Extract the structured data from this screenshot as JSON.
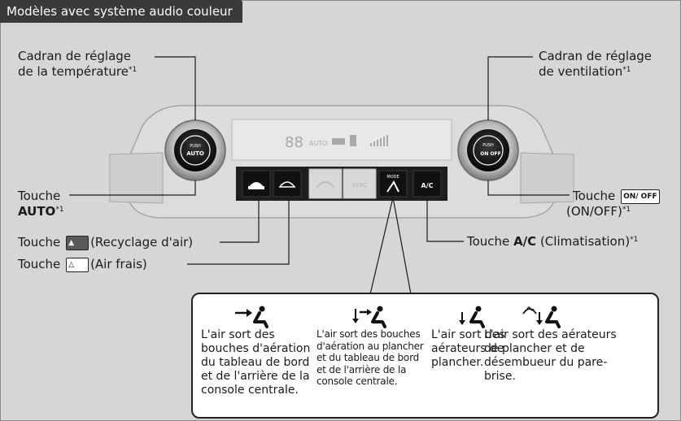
{
  "header": {
    "title": "Modèles avec système audio couleur"
  },
  "labels": {
    "temp_dial_l1": "Cadran de réglage",
    "temp_dial_l2": "de la température",
    "temp_dial_note": "*1",
    "fan_dial_l1": "Cadran de réglage",
    "fan_dial_l2": "de ventilation",
    "fan_dial_note": "*1",
    "auto_l1": "Touche",
    "auto_l2": "AUTO",
    "auto_note": "*1",
    "onoff_l1": "Touche",
    "onoff_l2": "(ON/OFF)",
    "onoff_note": "*1",
    "onoff_icon_text": "ON/ OFF",
    "recirc_prefix": "Touche",
    "recirc_text": "(Recyclage d'air)",
    "fresh_prefix": "Touche",
    "fresh_text": "(Air frais)",
    "ac_prefix": "Touche",
    "ac_bold": "A/C",
    "ac_text": "(Climatisation)",
    "ac_note": "*1"
  },
  "panel": {
    "display_temp": "88",
    "display_auto": "AUTO",
    "left_knob_top": "PUSH",
    "left_knob_label": "AUTO",
    "right_knob_top": "PUSH",
    "right_knob_label": "ON OFF",
    "btn_ac": "A/C",
    "btn_mode": "MODE",
    "btn_sync": "SYNC"
  },
  "modes": [
    {
      "text": "L'air sort des bouches d'aération du tableau de bord et de l'arrière de la console centrale.",
      "icon": "dashboard-vent-icon"
    },
    {
      "text": "L'air sort des bouches d'aération au plancher et du tableau de bord et de l'arrière de la console centrale.",
      "icon": "floor-dashboard-vent-icon"
    },
    {
      "text": "L'air sort des aérateurs de plancher.",
      "icon": "floor-vent-icon"
    },
    {
      "text": "L'air sort des aérateurs de plancher et de désembueur du pare-brise.",
      "icon": "floor-defrost-vent-icon"
    }
  ],
  "colors": {
    "header_bg": "#3a3a3a",
    "panel_bg": "#d6d6d6",
    "line": "#1a1a1a"
  }
}
